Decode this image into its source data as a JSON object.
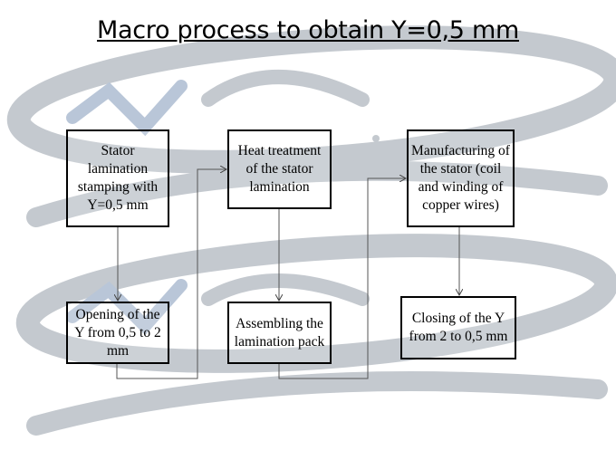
{
  "title": "Macro process to obtain Y=0,5 mm",
  "steps": [
    {
      "label": "Stator lamination stamping with Y=0,5 mm"
    },
    {
      "label": "Opening of the Y from 0,5 to 2 mm"
    },
    {
      "label": "Heat treatment of the stator lamination"
    },
    {
      "label": "Assembling the lamination pack"
    },
    {
      "label": "Manufacturing of the stator (coil and winding of copper wires)"
    },
    {
      "label": "Closing of the Y from 2 to 0,5 mm"
    }
  ]
}
